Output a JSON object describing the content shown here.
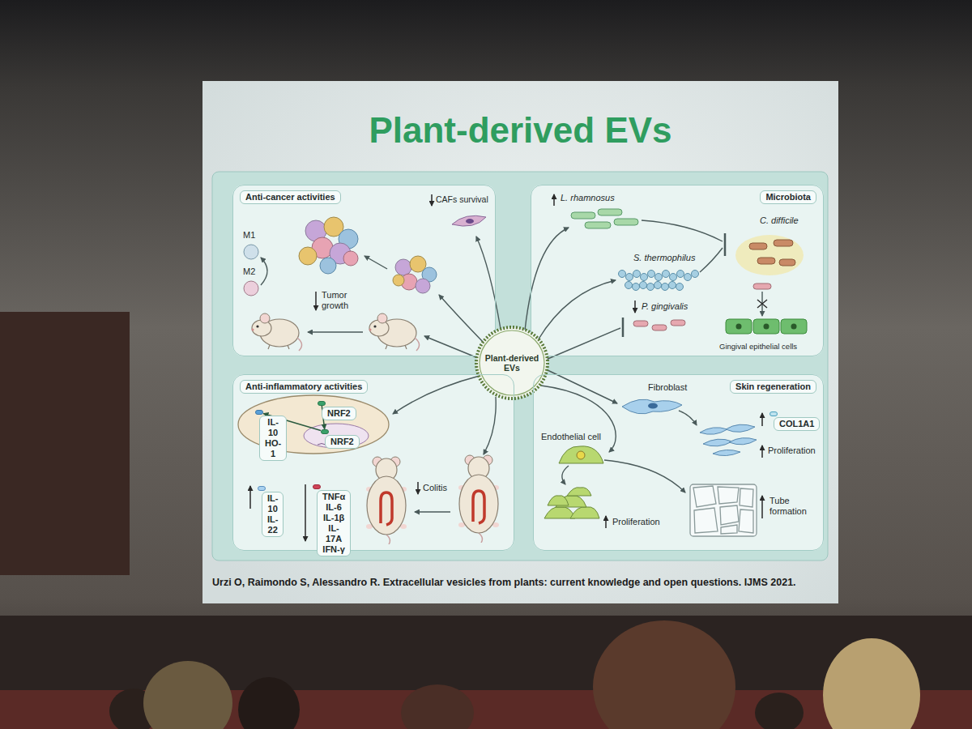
{
  "diagram": {
    "title": "Plant-derived EVs",
    "caption": "Urzi O, Raimondo S, Alessandro R. Extracellular vesicles from plants: current knowledge and open questions. IJMS 2021.",
    "nodes": [
      {
        "text": [
          "Anti-cancer activities"
        ]
      },
      {
        "text": [
          "Microbiota"
        ]
      },
      {
        "text": [
          "Plant-derived EVs"
        ]
      },
      {
        "text": [
          "Anti-inflammatory activities"
        ]
      },
      {
        "text": [
          "NRF2"
        ],
        "in": 3
      },
      {
        "text": [
          "NRF2"
        ],
        "in": 3
      },
      {
        "text": [
          "IL-10 HO-1"
        ],
        "in": 3
      },
      {
        "text": [
          "IL-10 IL-22"
        ],
        "in": 3
      },
      {
        "text": [
          "TNFα IL-6 IL-1β IL-17A IFN-γ"
        ],
        "in": 3
      },
      {
        "text": [
          "Skin regeneration"
        ]
      },
      {
        "text": [
          "COL1A1"
        ],
        "in": 9
      }
    ],
    "edges": [
      {
        "from": 4,
        "to": 5,
        "arrow": "to"
      },
      {
        "from": 5,
        "to": 6,
        "arrow": "to"
      }
    ],
    "labels": [
      "M1",
      "M2",
      "Tumor growth",
      "CAFs survival",
      "L. rhamnosus",
      "S. thermophilus",
      "C. difficile",
      "P. gingivalis",
      "Gingival epithelial cells",
      "Colitis",
      "Fibroblast",
      "Proliferation",
      "Endothelial cell",
      "Proliferation",
      "Tube formation"
    ]
  }
}
